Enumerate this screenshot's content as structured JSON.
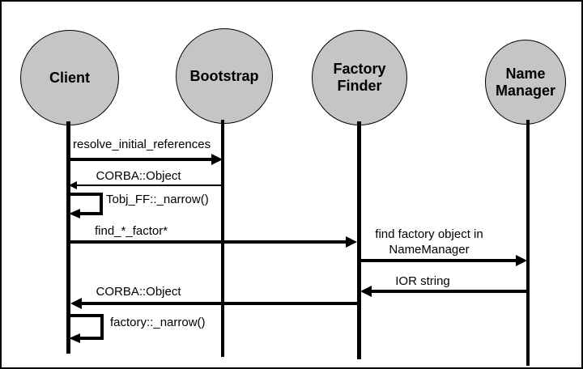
{
  "diagram": {
    "type": "sequence-diagram",
    "colors": {
      "background": "#ffffff",
      "actor_fill": "#c5c5c5",
      "line": "#000000",
      "border": "#000000"
    },
    "actors": [
      {
        "id": "client",
        "label": "Client"
      },
      {
        "id": "bootstrap",
        "label": "Bootstrap"
      },
      {
        "id": "factory-finder",
        "label_line1": "Factory",
        "label_line2": "Finder"
      },
      {
        "id": "name-manager",
        "label_line1": "Name",
        "label_line2": "Manager"
      }
    ],
    "messages": [
      {
        "from": "Client",
        "to": "Bootstrap",
        "kind": "call",
        "label": "resolve_initial_references"
      },
      {
        "from": "Bootstrap",
        "to": "Client",
        "kind": "return",
        "label": "CORBA::Object"
      },
      {
        "from": "Client",
        "to": "Client",
        "kind": "self-call",
        "label": "Tobj_FF::_narrow()"
      },
      {
        "from": "Client",
        "to": "Factory Finder",
        "kind": "call",
        "label": "find_*_factor*"
      },
      {
        "from": "Factory Finder",
        "to": "Name Manager",
        "kind": "call",
        "label_line1": "find factory object in",
        "label_line2": "NameManager"
      },
      {
        "from": "Name Manager",
        "to": "Factory Finder",
        "kind": "return",
        "label": "IOR string"
      },
      {
        "from": "Factory Finder",
        "to": "Client",
        "kind": "return",
        "label": "CORBA::Object"
      },
      {
        "from": "Client",
        "to": "Client",
        "kind": "self-call",
        "label": "factory::_narrow()"
      }
    ]
  }
}
